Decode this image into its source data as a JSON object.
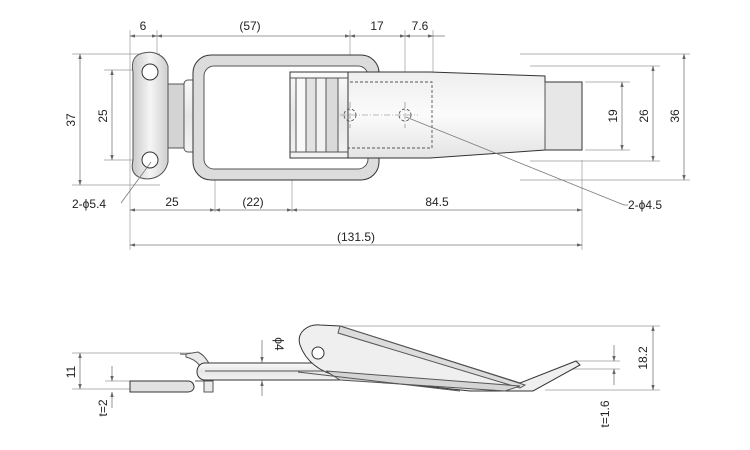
{
  "drawing": {
    "top_view": {
      "width_labels": {
        "ear": "6",
        "loop": "(57)",
        "hole_offset": "17",
        "hole_pitch": "7.6",
        "plate_len": "25",
        "gap": "(22)",
        "catch_len": "84.5",
        "overall": "(131.5)"
      },
      "height_labels": {
        "base_height": "37",
        "hole_spacing": "25",
        "catch_inner": "19",
        "catch_body": "26",
        "catch_outer": "36"
      },
      "callouts": {
        "base_holes": "2-ϕ5.4",
        "catch_holes": "2-ϕ4.5"
      }
    },
    "side_view": {
      "labels": {
        "base_height": "11",
        "base_thickness": "t=2",
        "pin_diameter": "ϕ4",
        "catch_height": "18.2",
        "catch_thickness": "t=1.6"
      }
    },
    "colors": {
      "metal_light": "#f4f4f4",
      "metal_mid": "#dedede",
      "metal_dark": "#bdbdbd",
      "line": "#555555",
      "dimension": "#7a7a7a"
    }
  }
}
